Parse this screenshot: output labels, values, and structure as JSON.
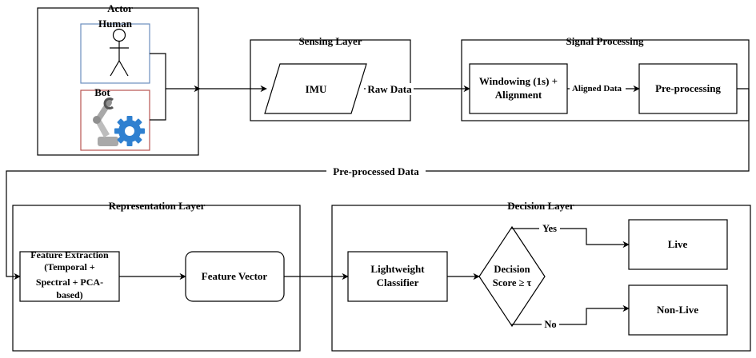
{
  "diagram": {
    "actor": {
      "title": "Actor",
      "human_label": "Human",
      "bot_label": "Bot"
    },
    "sensing_layer": {
      "title": "Sensing Layer",
      "imu_label": "IMU"
    },
    "signal_processing": {
      "title": "Signal Processing",
      "windowing_line1": "Windowing (1s) +",
      "windowing_line2": "Alignment",
      "preprocessing_label": "Pre-processing"
    },
    "representation_layer": {
      "title": "Representation Layer",
      "feature_extraction_line1": "Feature Extraction",
      "feature_extraction_line2": "(Temporal +",
      "feature_extraction_line3": "Spectral + PCA-",
      "feature_extraction_line4": "based)",
      "feature_vector_label": "Feature Vector"
    },
    "decision_layer": {
      "title": "Decision Layer",
      "classifier_line1": "Lightweight",
      "classifier_line2": "Classifier",
      "decision_line1": "Decision",
      "decision_line2": "Score ≥ τ",
      "live_label": "Live",
      "nonlive_label": "Non-Live"
    },
    "edges": {
      "raw_data": "Raw Data",
      "aligned_data": "Aligned Data",
      "preprocessed_data": "Pre-processed Data",
      "yes": "Yes",
      "no": "No"
    },
    "colors": {
      "human_border": "#6c8ebf",
      "bot_border": "#b85450",
      "gear_blue": "#2f80d0",
      "arm_gray": "#a9a9a9"
    }
  }
}
